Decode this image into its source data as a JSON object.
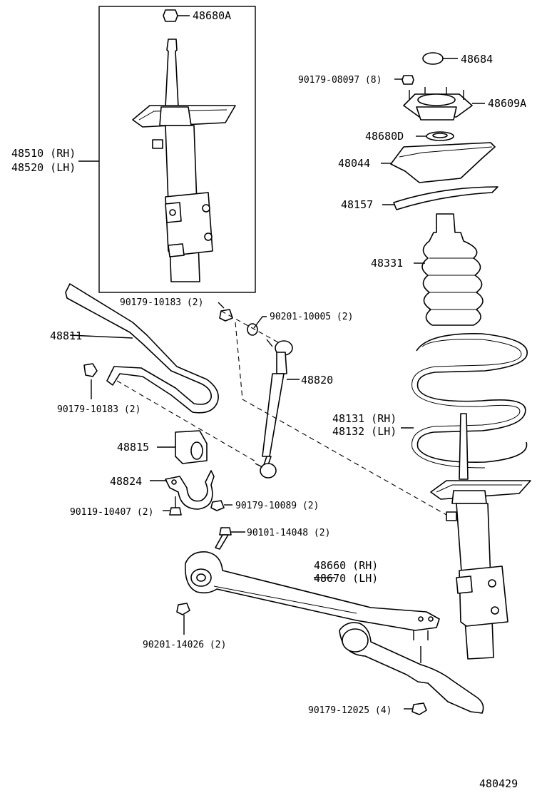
{
  "labels": {
    "l_48680A": "48680A",
    "l_48510": "48510 (RH)",
    "l_48520": "48520 (LH)",
    "l_48684": "48684",
    "l_90179_08097": "90179-08097 (8)",
    "l_48609A": "48609A",
    "l_48680D": "48680D",
    "l_48044": "48044",
    "l_48157": "48157",
    "l_48331": "48331",
    "l_90179_10183a": "90179-10183 (2)",
    "l_90201_10005": "90201-10005 (2)",
    "l_48811": "48811",
    "l_48820": "48820",
    "l_90179_10183b": "90179-10183 (2)",
    "l_48131": "48131 (RH)",
    "l_48132": "48132 (LH)",
    "l_48815": "48815",
    "l_48824": "48824",
    "l_90179_10089": "90179-10089 (2)",
    "l_90119_10407": "90119-10407 (2)",
    "l_90101_14048": "90101-14048 (2)",
    "l_48660": "48660 (RH)",
    "l_48670": "48670 (LH)",
    "l_90201_14026": "90201-14026 (2)",
    "l_90179_12025": "90179-12025 (4)",
    "l_480429": "480429"
  }
}
